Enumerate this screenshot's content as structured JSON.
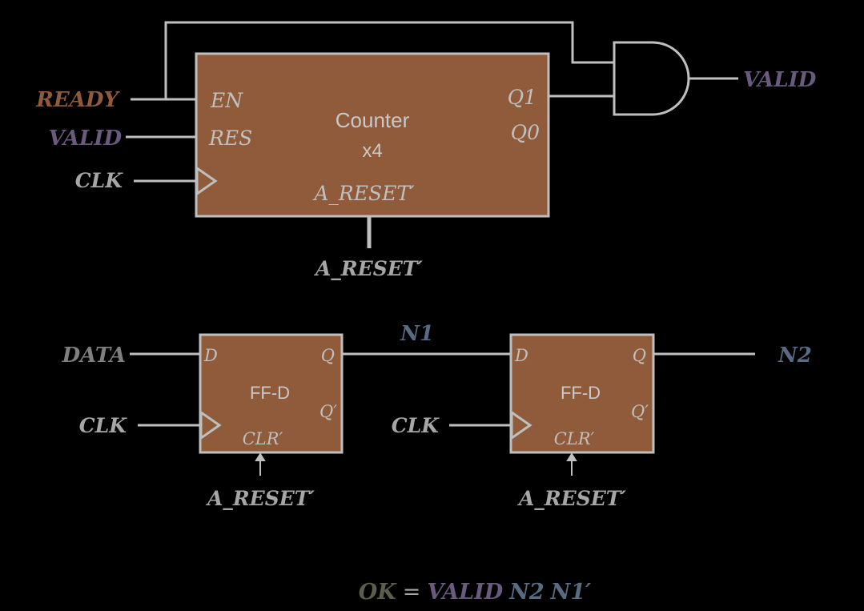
{
  "colors": {
    "background": "#000000",
    "wire": "#BFBFBF",
    "block_fill": "#8F5B3A",
    "ready": "#8F5B3A",
    "valid": "#6A5A7E",
    "gray_label": "#A6A6A6",
    "data_label": "#7F7F7F",
    "net_label": "#596B82",
    "ok": "#5B5E4A"
  },
  "counter": {
    "title": "Counter",
    "subtitle": "x4",
    "pin_en": "EN",
    "pin_res": "RES",
    "pin_q1": "Q1",
    "pin_q0": "Q0",
    "pin_areset": "A_RESET′"
  },
  "inputs": {
    "ready": "READY",
    "valid": "VALID",
    "clk": "CLK"
  },
  "and_output": "VALID",
  "counter_reset_label": "A_RESET′",
  "ff1": {
    "title": "FF-D",
    "pin_d": "D",
    "pin_q": "Q",
    "pin_qn": "Q′",
    "pin_clr": "CLR′",
    "input": "DATA",
    "clk": "CLK",
    "reset": "A_RESET′"
  },
  "net_n1": "N1",
  "ff2": {
    "title": "FF-D",
    "pin_d": "D",
    "pin_q": "Q",
    "pin_qn": "Q′",
    "pin_clr": "CLR′",
    "clk": "CLK",
    "reset": "A_RESET′"
  },
  "net_n2": "N2",
  "equation": {
    "ok": "OK",
    "equals": "=",
    "valid": "VALID",
    "n2": "N2",
    "n1": "N1′"
  }
}
